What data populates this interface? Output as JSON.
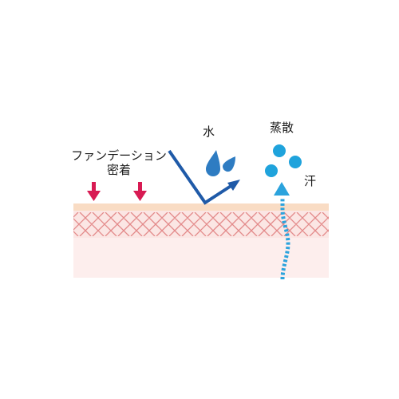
{
  "labels": {
    "foundation_line1": "ファンデーション",
    "foundation_line2": "密着",
    "water": "水",
    "evaporation": "蒸散",
    "sweat": "汗"
  },
  "colors": {
    "background": "#ffffff",
    "skin_top_layer": "#f9dcc4",
    "skin_mesh_band": "#fbe6e4",
    "skin_mesh_line": "#e38a8a",
    "dermis": "#fdeeed",
    "foundation_arrow": "#d81b53",
    "water_arrow": "#1f5aa8",
    "water_droplet": "#2e7cc2",
    "evaporation_dot": "#1fa3dc",
    "sweat_arrow": "#2ba3dd"
  },
  "icons": {
    "foundation_arrows": "down-arrow-icon",
    "water": "water-droplet-icon",
    "bounce": "bounce-arrow-icon",
    "evaporation": "vapor-dot-icon",
    "sweat": "sweat-up-arrow-icon"
  }
}
